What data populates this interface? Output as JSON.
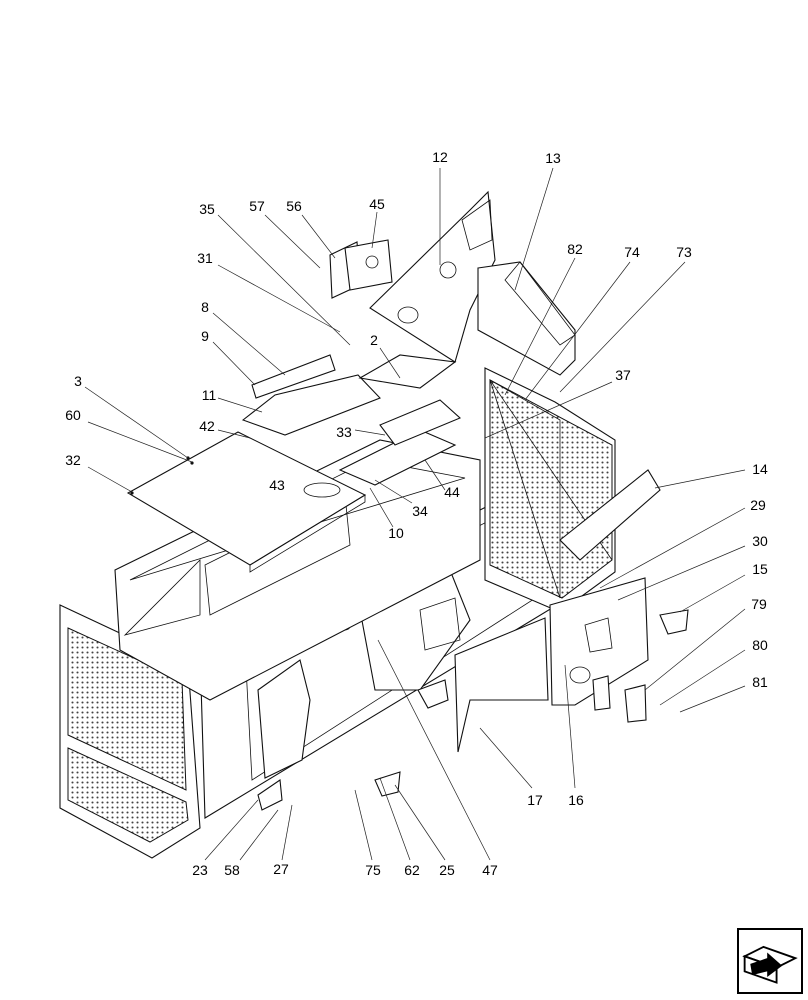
{
  "diagram": {
    "callouts": [
      {
        "label": "12"
      },
      {
        "label": "13"
      },
      {
        "label": "35"
      },
      {
        "label": "57"
      },
      {
        "label": "56"
      },
      {
        "label": "45"
      },
      {
        "label": "82"
      },
      {
        "label": "74"
      },
      {
        "label": "73"
      },
      {
        "label": "31"
      },
      {
        "label": "8"
      },
      {
        "label": "2"
      },
      {
        "label": "9"
      },
      {
        "label": "37"
      },
      {
        "label": "3"
      },
      {
        "label": "11"
      },
      {
        "label": "60"
      },
      {
        "label": "42"
      },
      {
        "label": "33"
      },
      {
        "label": "32"
      },
      {
        "label": "43"
      },
      {
        "label": "44"
      },
      {
        "label": "14"
      },
      {
        "label": "34"
      },
      {
        "label": "10"
      },
      {
        "label": "29"
      },
      {
        "label": "30"
      },
      {
        "label": "15"
      },
      {
        "label": "79"
      },
      {
        "label": "80"
      },
      {
        "label": "81"
      },
      {
        "label": "17"
      },
      {
        "label": "16"
      },
      {
        "label": "23"
      },
      {
        "label": "58"
      },
      {
        "label": "27"
      },
      {
        "label": "75"
      },
      {
        "label": "62"
      },
      {
        "label": "25"
      },
      {
        "label": "47"
      }
    ]
  },
  "navigation": {
    "next_icon": "next-page-arrow-icon"
  }
}
